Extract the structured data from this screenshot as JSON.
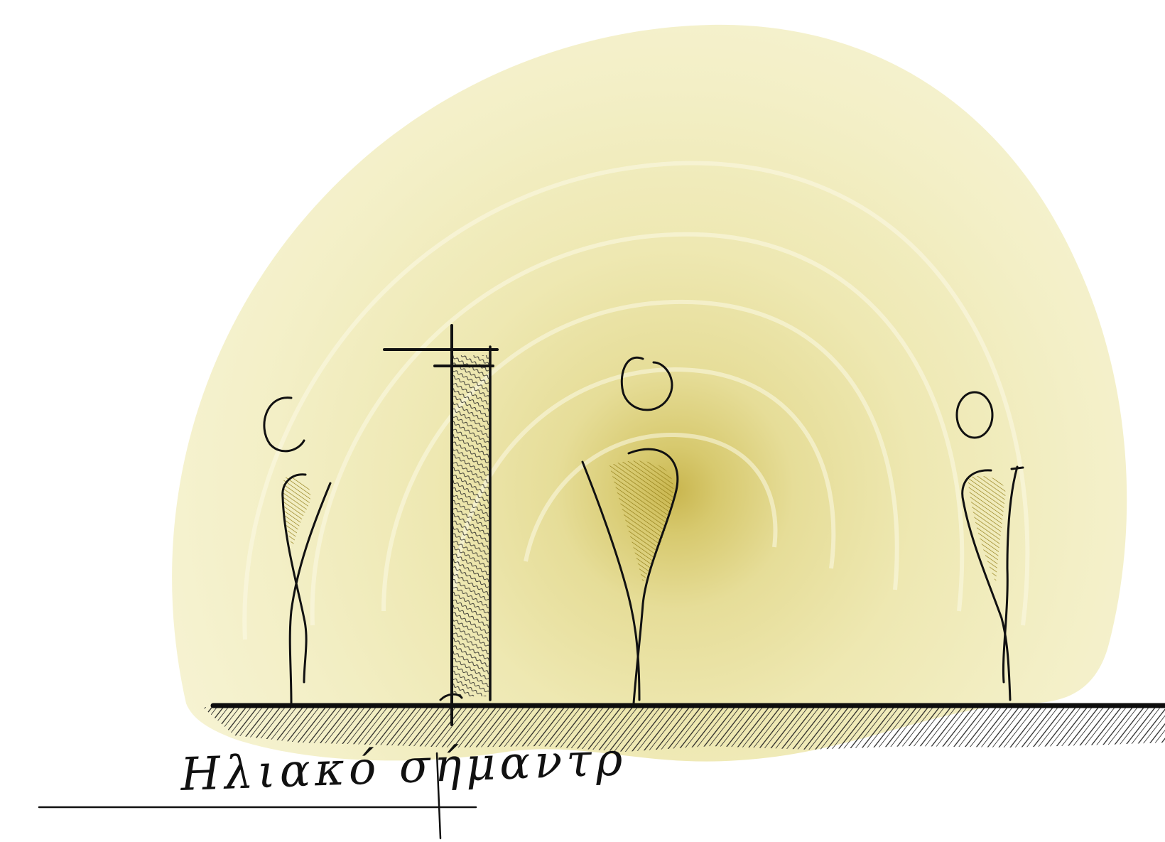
{
  "sketch": {
    "caption": "Ηλιακό σήμαντρ",
    "colors": {
      "paper": "#ffffff",
      "glow_outer": "#f4f1c8",
      "glow_mid": "#ece6a6",
      "glow_core": "#cdbd58",
      "ink": "#111111",
      "hatch_fill": "#b19a27"
    },
    "elements": [
      "sun-glow",
      "figure-left",
      "pillar",
      "figure-center",
      "figure-right",
      "ground-line",
      "ground-hatching",
      "caption"
    ]
  }
}
